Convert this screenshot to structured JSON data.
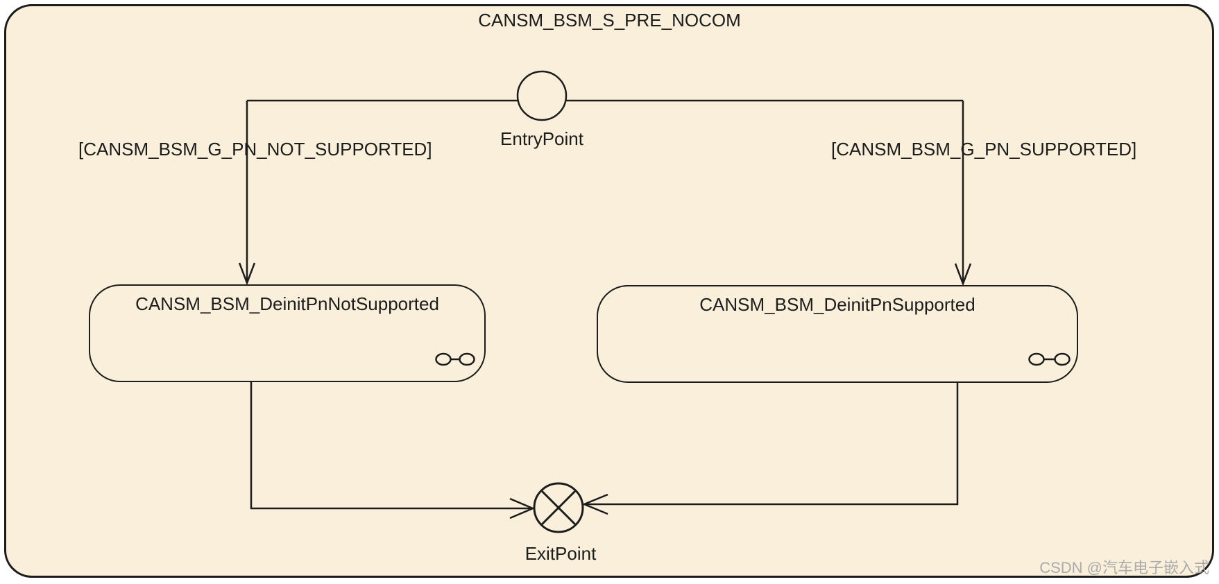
{
  "frame": {
    "title": "CANSM_BSM_S_PRE_NOCOM"
  },
  "nodes": {
    "entry": {
      "label": "EntryPoint",
      "type": "entry-point"
    },
    "exit": {
      "label": "ExitPoint",
      "type": "exit-point"
    }
  },
  "states": [
    {
      "name": "CANSM_BSM_DeinitPnNotSupported",
      "composite": true
    },
    {
      "name": "CANSM_BSM_DeinitPnSupported",
      "composite": true
    }
  ],
  "transitions": [
    {
      "from": "EntryPoint",
      "to": "CANSM_BSM_DeinitPnNotSupported",
      "guard": "[CANSM_BSM_G_PN_NOT_SUPPORTED]"
    },
    {
      "from": "EntryPoint",
      "to": "CANSM_BSM_DeinitPnSupported",
      "guard": "[CANSM_BSM_G_PN_SUPPORTED]"
    },
    {
      "from": "CANSM_BSM_DeinitPnNotSupported",
      "to": "ExitPoint",
      "guard": ""
    },
    {
      "from": "CANSM_BSM_DeinitPnSupported",
      "to": "ExitPoint",
      "guard": ""
    }
  ],
  "watermark": {
    "text": "CSDN @汽车电子嵌入式"
  },
  "colors": {
    "page": "#ffffff",
    "canvas_fill": "#f9efdb",
    "stroke": "#1c1c1c",
    "watermark": "#ababab"
  }
}
